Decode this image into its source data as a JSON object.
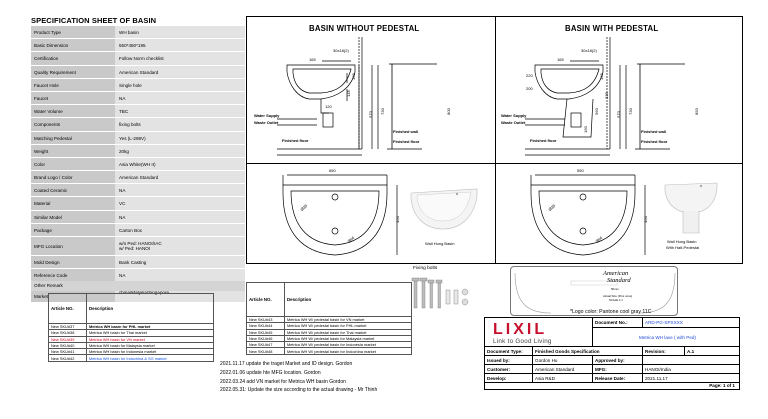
{
  "spec": {
    "title": "SPECIFICATION SHEET OF BASIN",
    "rows": [
      {
        "key": "Product Type",
        "value": "WH basin"
      },
      {
        "key": "Basic Dimension",
        "value": "550*450*195"
      },
      {
        "key": "Certification",
        "value": "Follow Norm checklist"
      },
      {
        "key": "Quality Requirement",
        "value": "American Standard"
      },
      {
        "key": "Faucet Hole",
        "value": "Single hole"
      },
      {
        "key": "Faucet",
        "value": "NA"
      },
      {
        "key": "Water Volume",
        "value": "TBC"
      },
      {
        "key": "Components",
        "value": "fixing bolts"
      },
      {
        "key": "Matching Pedestal",
        "value": "Yes (L-298V)"
      },
      {
        "key": "Weight",
        "value": "20kg"
      },
      {
        "key": "Color",
        "value": "Asia White(WH II)"
      },
      {
        "key": "Brand Logo / Color",
        "value": "American Standard"
      },
      {
        "key": "Coated Ceramic",
        "value": "NA"
      },
      {
        "key": "Material",
        "value": "VC"
      },
      {
        "key": "Similar Model",
        "value": "NA"
      },
      {
        "key": "Package",
        "value": "Carton Box"
      }
    ],
    "mfg": {
      "key": "MFG Location",
      "line1": "w/o Ped: HANOI/IAC",
      "line2": "w/ Ped: HANOI"
    },
    "rows2": [
      {
        "key": "Mold Design",
        "value": "Bank Casting"
      },
      {
        "key": "Reference Code",
        "value": "NA"
      }
    ],
    "market": {
      "key": "Market",
      "line1": "VN/Thai/Indonesia/PHL/Indo-",
      "line2": "china/Malysia/Singapore"
    },
    "other_remark": "Other Remark"
  },
  "drawings": {
    "left_title": "BASIN WITHOUT PEDESTAL",
    "right_title": "BASIN WITH PEDESTAL",
    "water_supply": "Water Supply",
    "waste_outlet": "Waste Outlet",
    "finished_floor": "Finished floor",
    "finished_wall": "Finished wall",
    "d_165": "165",
    "d_30x18": "30x18(2)",
    "d_195": "195",
    "d_145": "145",
    "d_120": "120",
    "d_220": "220",
    "d_200": "200",
    "d_570": "570",
    "d_730": "730",
    "d_800": "800",
    "d_560": "560",
    "d_335": "335",
    "d_850": "850",
    "d_160": "160",
    "d_650": "650",
    "d_550": "550",
    "d_450": "450",
    "d_35": "Ø35",
    "d_444": "Ø44",
    "wall_hung": "Wall Hung Basin",
    "wall_hung_ped_1": "Wall Hung Basin",
    "wall_hung_ped_2": "With Half-Pedestal"
  },
  "table1": {
    "h_article": "Article NO.",
    "h_desc": "Description",
    "rows": [
      {
        "sku": "New SKU#37",
        "desc": "Metrica WH basin for PHL market",
        "style": "bold-wh"
      },
      {
        "sku": "New SKU#38",
        "desc": "Metrica WH basin for Thai market",
        "style": ""
      },
      {
        "sku": "New SKU#39",
        "desc": "Metrica WH basin for VN market",
        "style": "red"
      },
      {
        "sku": "New SKU#40",
        "desc": "Metrica WH basin for Malaysia market",
        "style": ""
      },
      {
        "sku": "New SKU#41",
        "desc": "Metrica WH basin for Indonesia market",
        "style": ""
      },
      {
        "sku": "New SKU#42",
        "desc": "Metrica WH basin for Indochina & SG market",
        "style": "blue-tail"
      }
    ]
  },
  "table2": {
    "h_article": "Article NO.",
    "h_desc": "Description",
    "rows": [
      {
        "sku": "New SKU#43",
        "desc": "Metrica WH W/ pedestal basin for VN market"
      },
      {
        "sku": "New SKU#44",
        "desc": "Metrica WH W/ pedestal basin for PHL market"
      },
      {
        "sku": "New SKU#45",
        "desc": "Metrica WH W/ pedestal basin for Thai market"
      },
      {
        "sku": "New SKU#46",
        "desc": "Metrica WH W/ pedestal basin for Malaysia market"
      },
      {
        "sku": "New SKU#47",
        "desc": "Metrica WH W/ pedestal basin for Indonesia market"
      },
      {
        "sku": "New SKU#48",
        "desc": "Metrica WH W/ pedestal basin for Indochina market"
      }
    ]
  },
  "change_log": [
    "2021.11.17  update the traget Market and ID design.    Gordon",
    "2022.01.06  update hte MFG location. Gordon",
    "2022.03.24  add VN market for Metrica WH basin   Gordon",
    "2022.05.31: Update the size according to the actual drawing - Mr Thinh"
  ],
  "fixing_bolts": "Fixing bolts",
  "logo": {
    "brand_1": "American",
    "brand_2": "Standard",
    "small_1": "Actual Size (Pms none)",
    "small_2": "SCALE 1:1",
    "dim": "50mm",
    "note": "*Logo color: Pantone cool gray 11C"
  },
  "title_block": {
    "lixil": "LIXIL",
    "tagline": "Link to Good Living",
    "doc_no_label": "Document No.:",
    "doc_no": "ARD-PG-SPXXXX",
    "doc_name": "Metrica WH lave ( with Ped)",
    "doc_type_label": "Document Type:",
    "doc_type": "Finished Goods Specification",
    "revision_label": "Revision:",
    "revision": "A.1",
    "issued_label": "Issued by:",
    "issued": "Gordon Hu",
    "approved_label": "Approved by:",
    "approved": "",
    "customer_label": "Customer:",
    "customer": "American Standard",
    "mfg_label": "MFG:",
    "mfg": "HANOI/India",
    "develop_label": "Develop:",
    "develop": "Asia R&D",
    "release_label": "Release Date:",
    "release": "2021.11.17",
    "page": "Page: 1 of 1"
  },
  "colors": {
    "lixil_red": "#c8102e",
    "link_blue": "#1d4bd8",
    "red_text": "#d4001a"
  }
}
